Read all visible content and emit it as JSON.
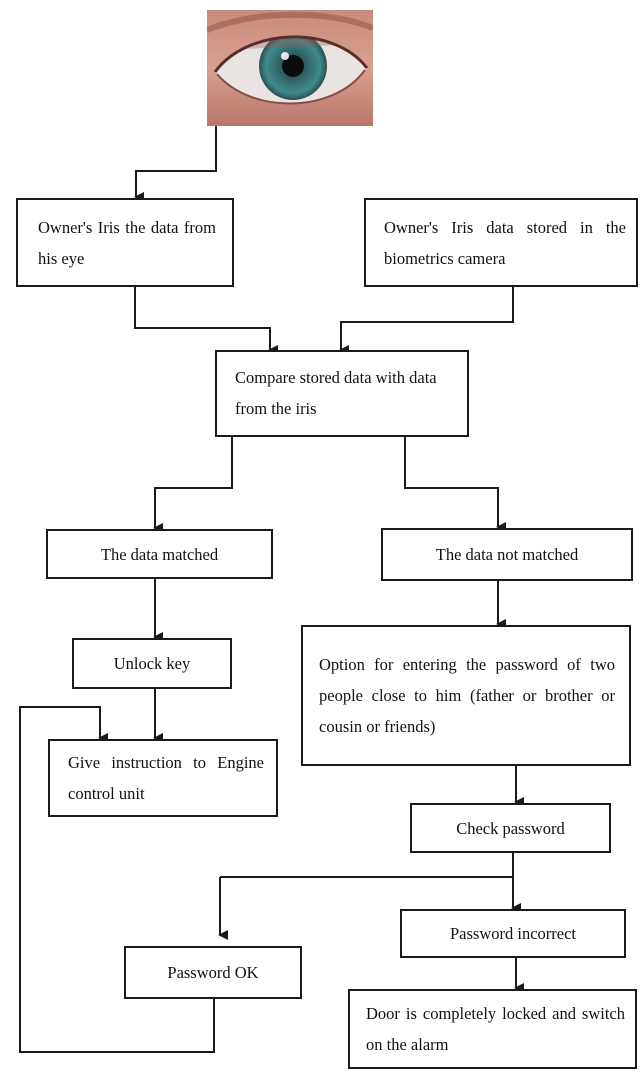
{
  "diagram": {
    "eye_image": "eye-photo",
    "nodes": {
      "owner_iris": "Owner's Iris the data from his eye",
      "stored_iris": "Owner's Iris data stored in the biometrics camera",
      "compare": "Compare stored data with data from the iris",
      "matched": "The data matched",
      "not_matched": "The data not matched",
      "unlock": "Unlock key",
      "give_instruction": "Give instruction to Engine control unit",
      "option_password": "Option for entering the password of two people close to him (father or brother or cousin or friends)",
      "check_password": "Check password",
      "password_incorrect": "Password incorrect",
      "password_ok": "Password OK",
      "door_locked": "Door is completely locked and switch on the alarm"
    },
    "colors": {
      "line": "#1a1a1a",
      "box_border": "#1a1a1a",
      "text": "#111111",
      "background": "#ffffff"
    }
  }
}
